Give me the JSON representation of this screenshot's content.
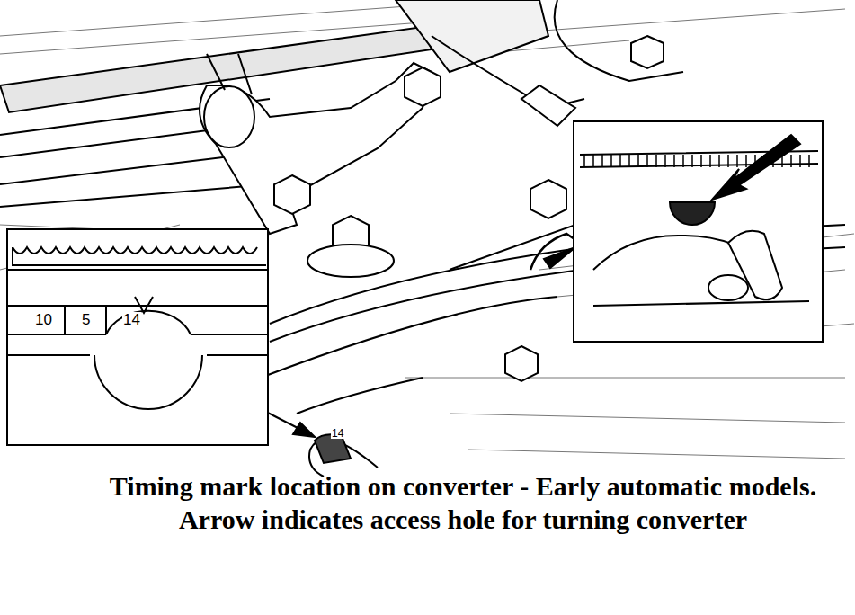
{
  "diagram": {
    "caption": "Timing mark location on converter - Early automatic models. Arrow indicates access hole for turning converter",
    "labels": [
      "10",
      "5",
      "14",
      "14"
    ]
  }
}
